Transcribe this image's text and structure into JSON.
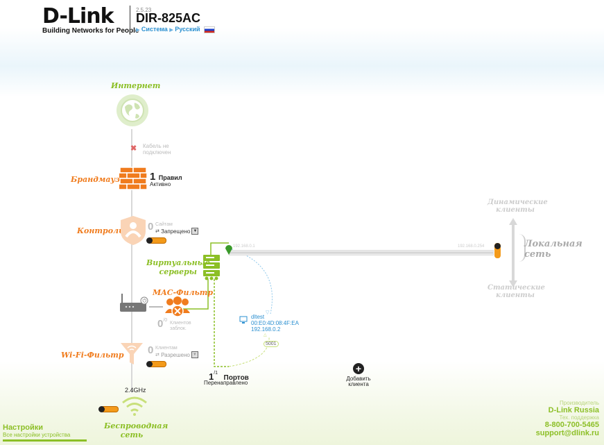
{
  "header": {
    "brand": "D-Link",
    "tagline": "Building Networks for People",
    "version": "2.5.23",
    "model": "DIR-825AC",
    "crumb_system": "Система",
    "crumb_language": "Русский"
  },
  "internet": {
    "label": "Интернет",
    "status_line1": "Кабель не",
    "status_line2": "подключен"
  },
  "firewall": {
    "label": "Брандмауэр",
    "count": "1",
    "unit": "Правил",
    "state": "Активно"
  },
  "control": {
    "label": "Контроль",
    "count": "0",
    "unit": "Сайтам",
    "select_value": "Запрещено"
  },
  "virtual_servers": {
    "label_line1": "Виртуальные",
    "label_line2": "серверы"
  },
  "mac_filter": {
    "label": "MAC-Фильтр",
    "count": "0",
    "total": "/0",
    "unit_line1": "Клиентов",
    "unit_line2": "заблок."
  },
  "wifi_filter": {
    "label": "Wi-Fi-Фильтр",
    "count": "0",
    "unit": "Клиентам",
    "select_value": "Разрешено"
  },
  "wireless": {
    "band": "2.4GHz",
    "label_line1": "Беспроводная",
    "label_line2": "сеть"
  },
  "lan": {
    "ip_start": "192.168.0.1",
    "ip_end": "192.168.0.254",
    "label_line1": "Локальная",
    "label_line2": "сеть",
    "dynamic_line1": "Динамические",
    "dynamic_line2": "клиенты",
    "static_line1": "Статические",
    "static_line2": "клиенты"
  },
  "client": {
    "name": "dltest",
    "mac": "00:E0:4D:08:4F:EA",
    "ip": "192.168.0.2",
    "port": "5001"
  },
  "ports": {
    "count": "1",
    "total": "/1",
    "unit": "Портов",
    "state": "Перенаправлено"
  },
  "add_client": {
    "label_line1": "Добавить",
    "label_line2": "клиента"
  },
  "footer": {
    "settings_title": "Настройки",
    "settings_sub": "Все настройки устройства",
    "maker_label": "Производитель",
    "maker": "D-Link Russia",
    "support_label": "Тех. поддержка",
    "phone": "8-800-700-5465",
    "email": "support@dlink.ru"
  },
  "colors": {
    "green": "#8cbf26",
    "orange": "#f07c1e",
    "blue": "#2a8fd0",
    "grey": "#bbbbbb"
  }
}
